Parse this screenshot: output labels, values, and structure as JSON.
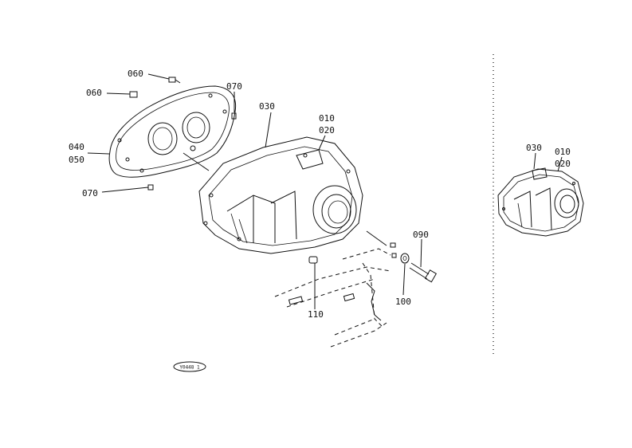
{
  "labels": {
    "p060a": "060",
    "p060b": "060",
    "p070a": "070",
    "p040": "040",
    "p050": "050",
    "p070b": "070",
    "p030": "030",
    "p010": "010",
    "p020": "020",
    "p090": "090",
    "p100": "100",
    "p110": "110",
    "inset030": "030",
    "inset010": "010",
    "inset020": "020"
  },
  "stamp": "Y0448 1"
}
